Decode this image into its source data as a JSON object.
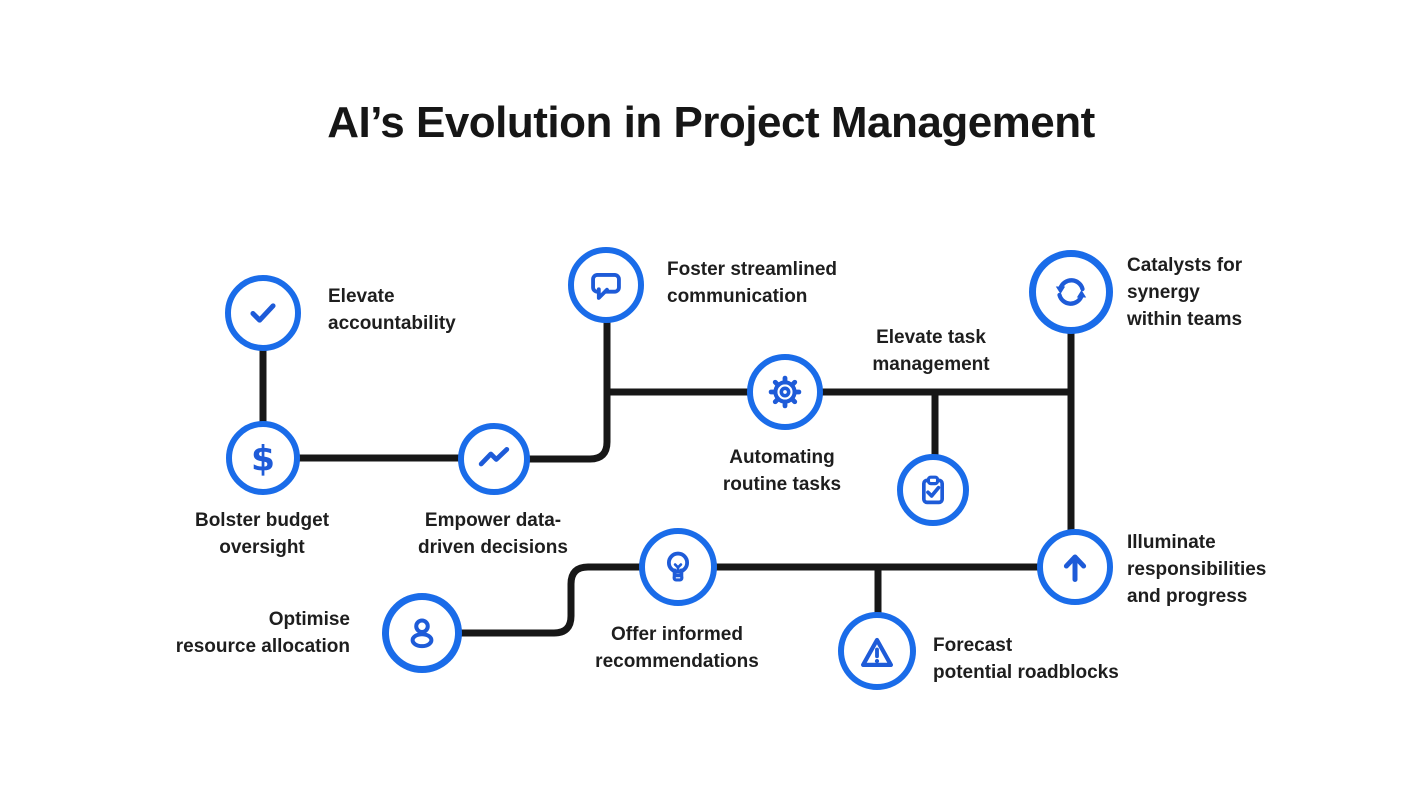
{
  "title": "AI’s Evolution in Project Management",
  "colors": {
    "icon_blue": "#1a6ce9",
    "glyph_blue": "#1e5bd8",
    "line_black": "#171717",
    "text_dark": "#1e1e1e",
    "background": "#ffffff"
  },
  "nodes": [
    {
      "id": "elevate-accountability",
      "icon": "checkmark-icon",
      "lines": [
        "Elevate",
        "accountability"
      ]
    },
    {
      "id": "bolster-budget-oversight",
      "icon": "dollar-icon",
      "lines": [
        "Bolster budget",
        "oversight"
      ]
    },
    {
      "id": "empower-data-driven-decisions",
      "icon": "trend-icon",
      "lines": [
        "Empower data-",
        "driven decisions"
      ]
    },
    {
      "id": "foster-streamlined-communication",
      "icon": "speech-bubble-icon",
      "lines": [
        "Foster streamlined",
        "communication"
      ]
    },
    {
      "id": "automating-routine-tasks",
      "icon": "gear-icon",
      "lines": [
        "Automating",
        "routine tasks"
      ]
    },
    {
      "id": "elevate-task-management",
      "icon": "clipboard-check-icon",
      "lines": [
        "Elevate task",
        "management"
      ]
    },
    {
      "id": "catalysts-for-synergy",
      "icon": "sync-icon",
      "lines": [
        "Catalysts for",
        "synergy",
        "within teams"
      ]
    },
    {
      "id": "illuminate-responsibilities",
      "icon": "arrow-up-icon",
      "lines": [
        "Illuminate",
        "responsibilities",
        "and progress"
      ]
    },
    {
      "id": "offer-informed-recommendations",
      "icon": "lightbulb-icon",
      "lines": [
        "Offer informed",
        "recommendations"
      ]
    },
    {
      "id": "optimise-resource-allocation",
      "icon": "person-icon",
      "lines": [
        "Optimise",
        "resource allocation"
      ]
    },
    {
      "id": "forecast-potential-roadblocks",
      "icon": "warning-icon",
      "lines": [
        "Forecast",
        "potential roadblocks"
      ]
    }
  ]
}
